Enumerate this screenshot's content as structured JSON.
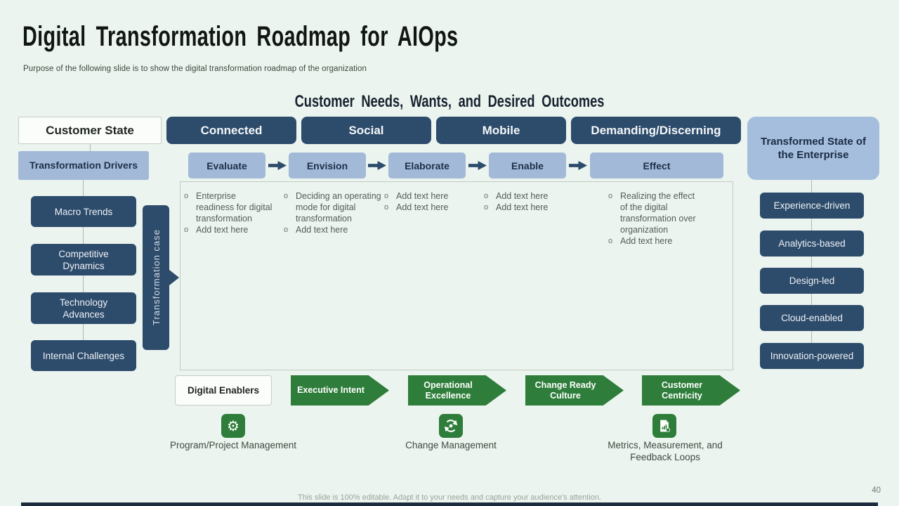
{
  "slide": {
    "title": "Digital Transformation Roadmap for AIOps",
    "subtitle": "Purpose of the following slide is to show the digital transformation roadmap of the organization",
    "section_heading": "Customer Needs, Wants, and Desired Outcomes",
    "footer": "This slide is 100% editable. Adapt it to your needs and capture your audience's attention.",
    "page_number": "40"
  },
  "header_row": {
    "customer_state_label": "Customer State",
    "needs": [
      "Connected",
      "Social",
      "Mobile",
      "Demanding/Discerning"
    ],
    "transformed_state_label": "Transformed State of the Enterprise"
  },
  "drivers": {
    "label": "Transformation Drivers",
    "items": [
      "Macro Trends",
      "Competitive Dynamics",
      "Technology Advances",
      "Internal Challenges"
    ],
    "tag": "Transformation case"
  },
  "phases": [
    {
      "label": "Evaluate",
      "bullets": [
        "Enterprise readiness for digital transformation",
        "Add text here"
      ]
    },
    {
      "label": "Envision",
      "bullets": [
        "Deciding an operating mode for digital transformation",
        "Add text here"
      ]
    },
    {
      "label": "Elaborate",
      "bullets": [
        "Add text here",
        "Add text here"
      ]
    },
    {
      "label": "Enable",
      "bullets": [
        "Add text here",
        "Add text here"
      ]
    },
    {
      "label": "Effect",
      "bullets": [
        "Realizing the effect of the digital transformation over organization",
        "Add text here"
      ]
    }
  ],
  "outcomes": [
    "Experience-driven",
    "Analytics-based",
    "Design-led",
    "Cloud-enabled",
    "Innovation-powered"
  ],
  "enablers": {
    "label": "Digital Enablers",
    "arrows": [
      "Executive Intent",
      "Operational Excellence",
      "Change Ready Culture",
      "Customer Centricity"
    ],
    "icons": [
      {
        "name": "gear-icon",
        "label": "Program/Project Management"
      },
      {
        "name": "change-cycle-icon",
        "label": "Change Management"
      },
      {
        "name": "metrics-document-icon",
        "label": "Metrics, Measurement, and Feedback Loops"
      }
    ]
  },
  "colors": {
    "background": "#ebf4ee",
    "navy": "#2d4b6b",
    "light_blue": "#a3b9d8",
    "green": "#2e7d3a",
    "footer_bar": "#1b2b3d"
  }
}
